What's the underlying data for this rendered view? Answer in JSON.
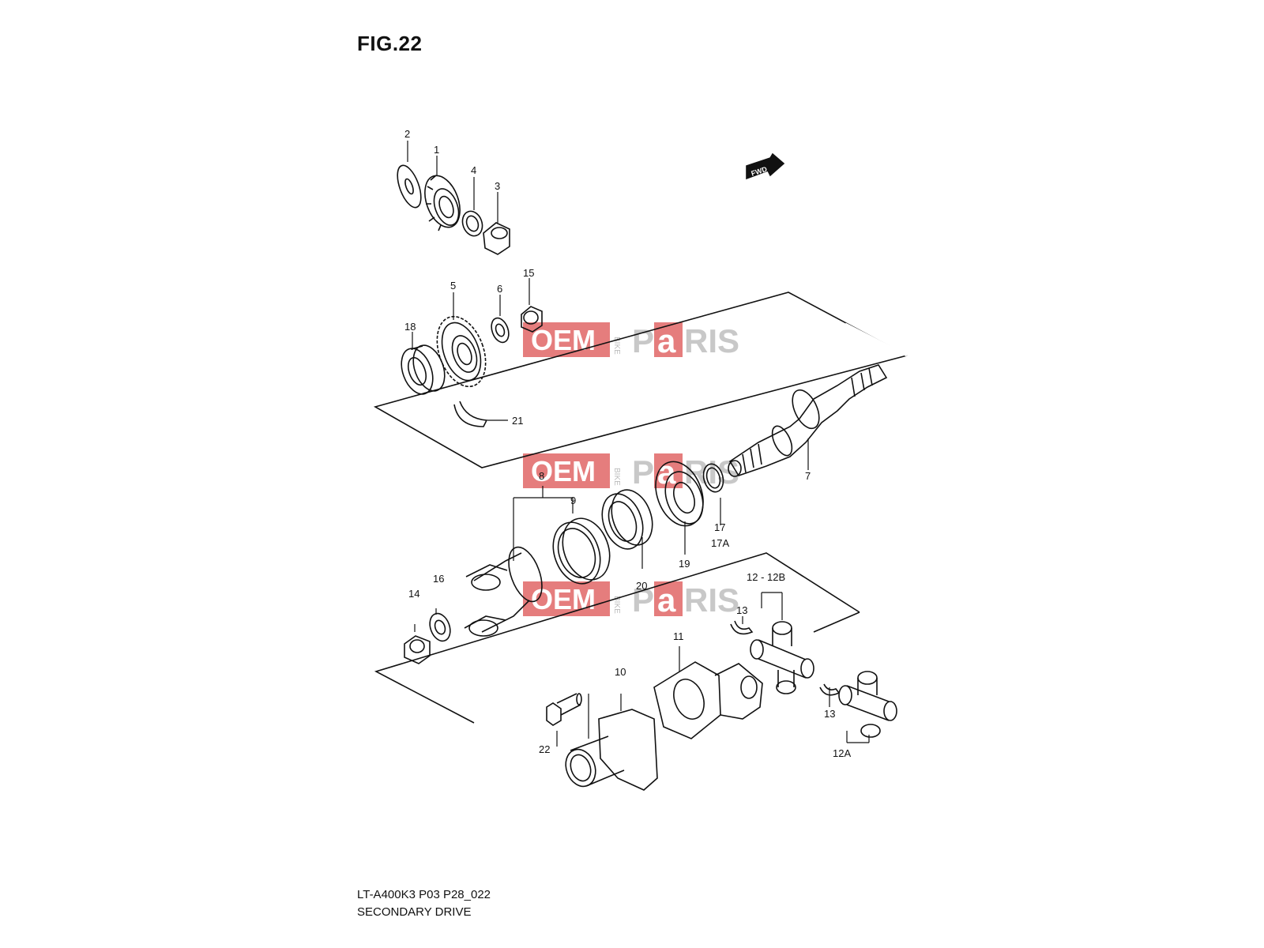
{
  "figure": {
    "title": "FIG.22"
  },
  "footer": {
    "code": "LT-A400K3 P03 P28_022",
    "caption": "SECONDARY DRIVE"
  },
  "direction_badge": "FWD",
  "watermark": {
    "left": "OEM",
    "middle": "BIKE",
    "right_a": "P",
    "right_b": "a",
    "right_c": "RIS",
    "accent": "#e06666"
  },
  "part_numbers": {
    "p1": "1",
    "p2": "2",
    "p3": "3",
    "p4": "4",
    "p5": "5",
    "p6": "6",
    "p7": "7",
    "p8": "8",
    "p9": "9",
    "p10": "10",
    "p11": "11",
    "p12": "12 - 12B",
    "p12a": "12A",
    "p13a": "13",
    "p13b": "13",
    "p14": "14",
    "p15": "15",
    "p16": "16",
    "p17": "17",
    "p17a": "17A",
    "p18": "18",
    "p19": "19",
    "p20": "20",
    "p21": "21",
    "p22": "22"
  }
}
